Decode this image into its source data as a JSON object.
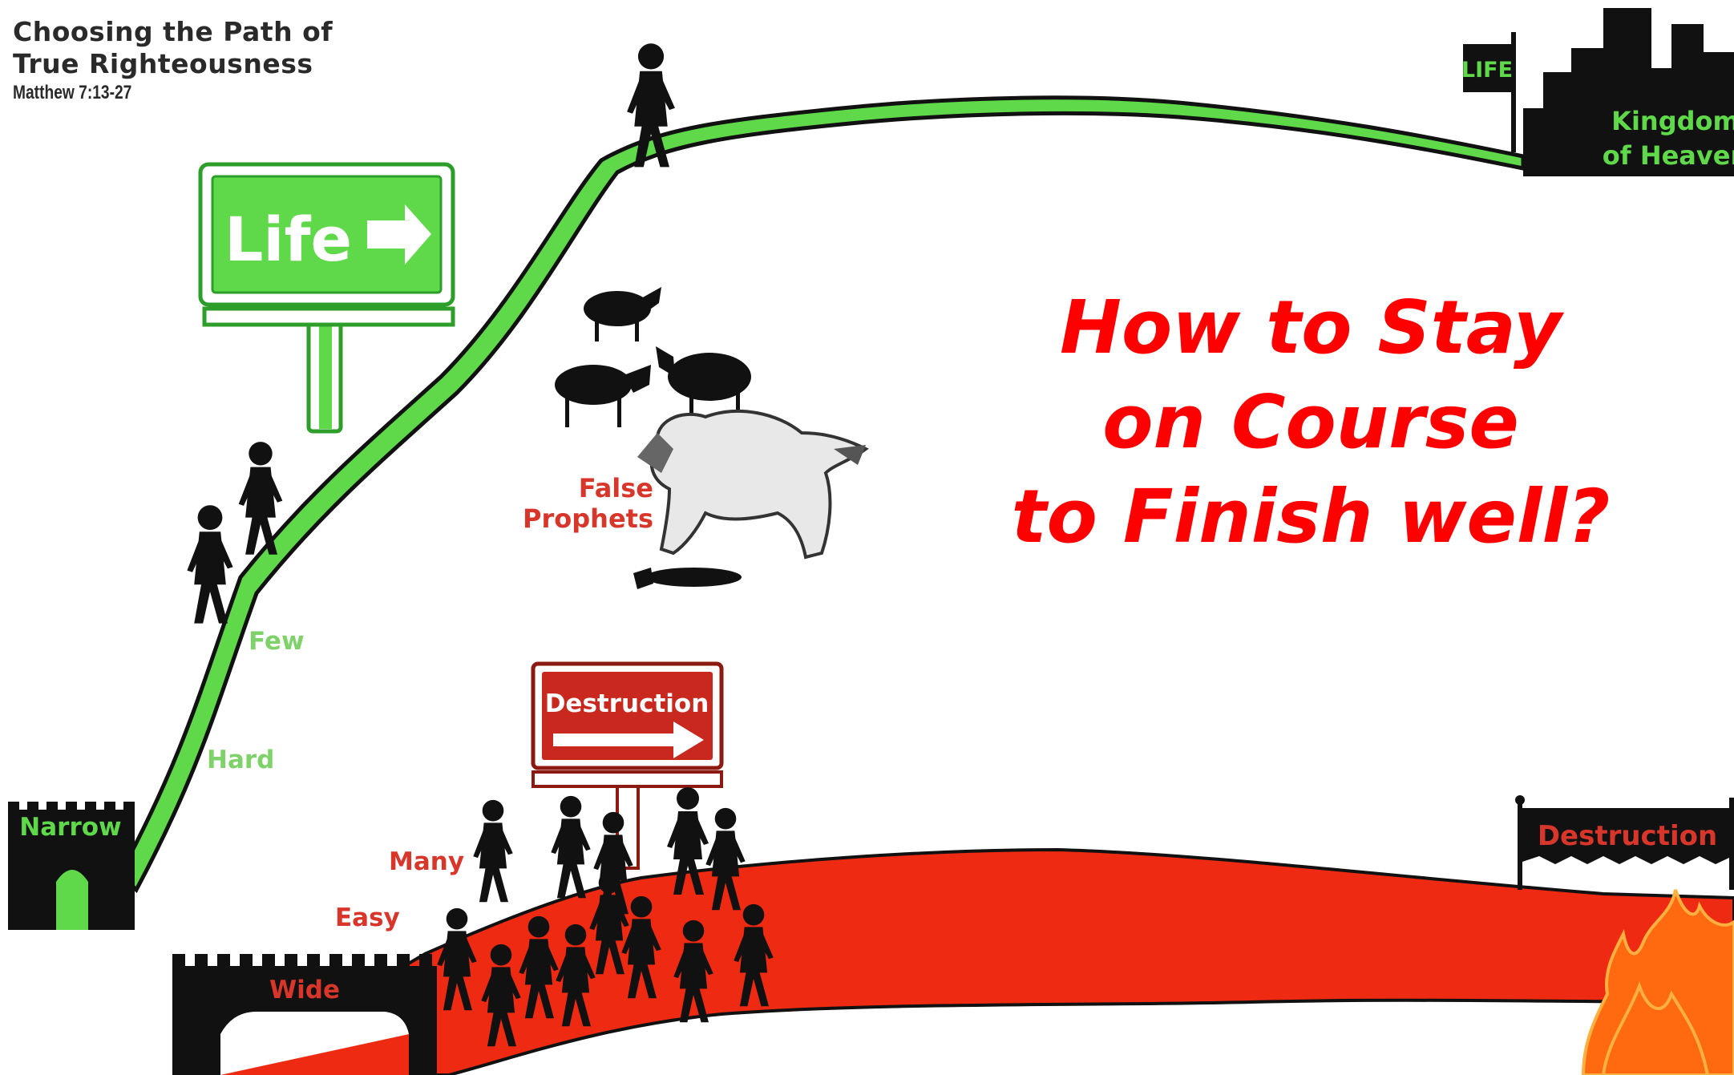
{
  "header": {
    "title_line1": "Choosing the Path of",
    "title_line2": "True Righteousness",
    "reference": "Matthew 7:13-27"
  },
  "headline": {
    "line1": "How to Stay",
    "line2": "on Course",
    "line3": "to Finish well?"
  },
  "narrow_path": {
    "gate_label": "Narrow",
    "sign_label": "Life",
    "descriptor_1": "Hard",
    "descriptor_2": "Few",
    "end_flag": "LIFE",
    "end_city_line1": "Kingdom",
    "end_city_line2": "of Heaven"
  },
  "wide_path": {
    "gate_label": "Wide",
    "sign_label": "Destruction",
    "descriptor_1": "Easy",
    "descriptor_2": "Many",
    "end_flag": "Destruction"
  },
  "warning": {
    "line1": "False",
    "line2": "Prophets"
  },
  "colors": {
    "narrow_path": "#5fd94a",
    "wide_path": "#ee2a12",
    "headline": "#ff0000",
    "label_green": "#7fd26a",
    "label_red": "#d9362b",
    "sign_red": "#c8281e",
    "silhouette": "#111111"
  }
}
